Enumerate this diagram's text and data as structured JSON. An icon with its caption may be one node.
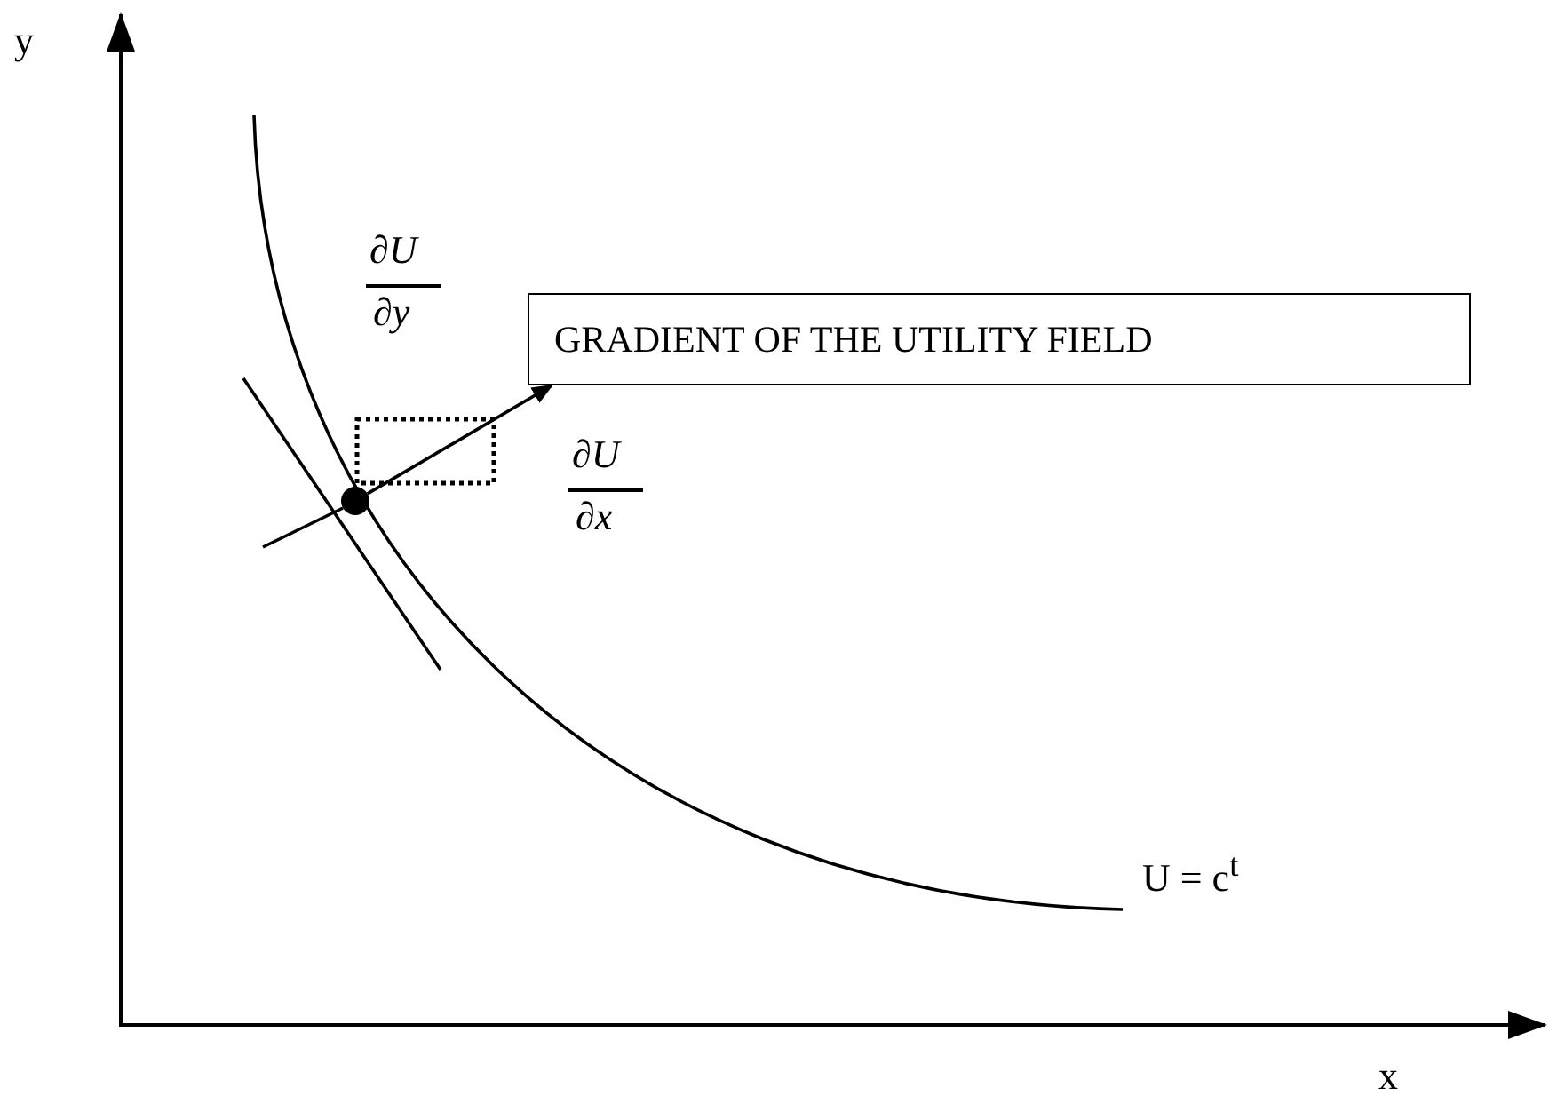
{
  "diagram": {
    "nodes": [
      {
        "text": [
          "GRADIENT OF THE UTILITY FIELD"
        ]
      },
      {
        "text": [],
        "shape": "circle"
      }
    ],
    "edges": [
      {
        "from": 1,
        "to": 0,
        "arrow": "to"
      }
    ],
    "labels": [
      "y",
      "∂U",
      "∂y",
      "∂U",
      "∂x",
      "U = c$^{t}$",
      "x"
    ]
  }
}
